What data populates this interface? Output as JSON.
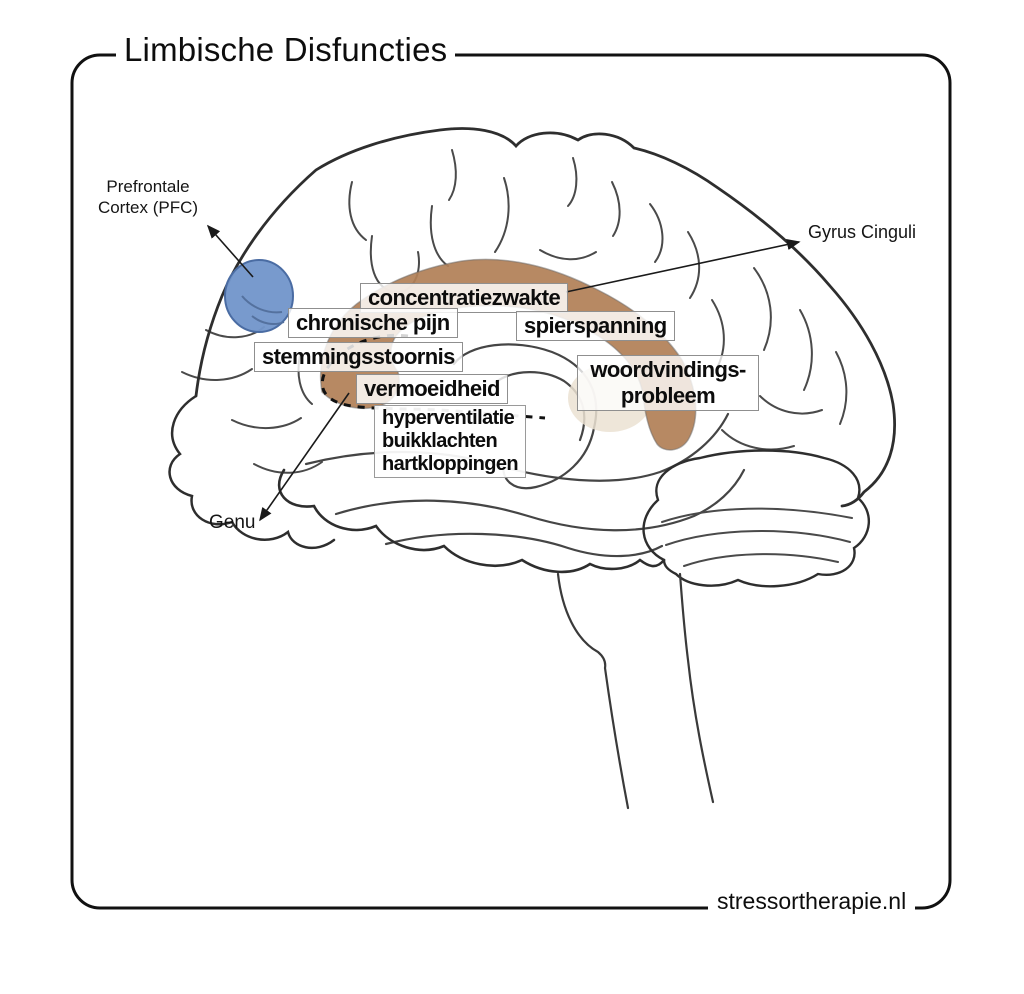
{
  "title": "Limbische Disfuncties",
  "footer": "stressortherapie.nl",
  "anatomy_labels": {
    "pfc_line1": "Prefrontale",
    "pfc_line2": "Cortex (PFC)",
    "gyrus_cinguli": "Gyrus Cinguli",
    "genu": "Genu"
  },
  "symptom_labels": {
    "concentratiezwakte": "concentratiezwakte",
    "chronische_pijn": "chronische pijn",
    "spierspanning": "spierspanning",
    "stemmingsstoornis": "stemmingsstoornis",
    "vermoeidheid": "vermoeidheid",
    "woordvindings_line1": "woordvindings-",
    "woordvindings_line2": "probleem",
    "autonoom_line1": "hyperventilatie",
    "autonoom_line2": "buikklachten",
    "autonoom_line3": "hartkloppingen"
  },
  "colors": {
    "cingulate_region": "#b28057",
    "pfc_region": "#7296cb",
    "pfc_region_border": "#4a6ca3",
    "pale_patch": "#ebe2d2",
    "line_art": "#3a3a3a",
    "frame": "#111111"
  }
}
